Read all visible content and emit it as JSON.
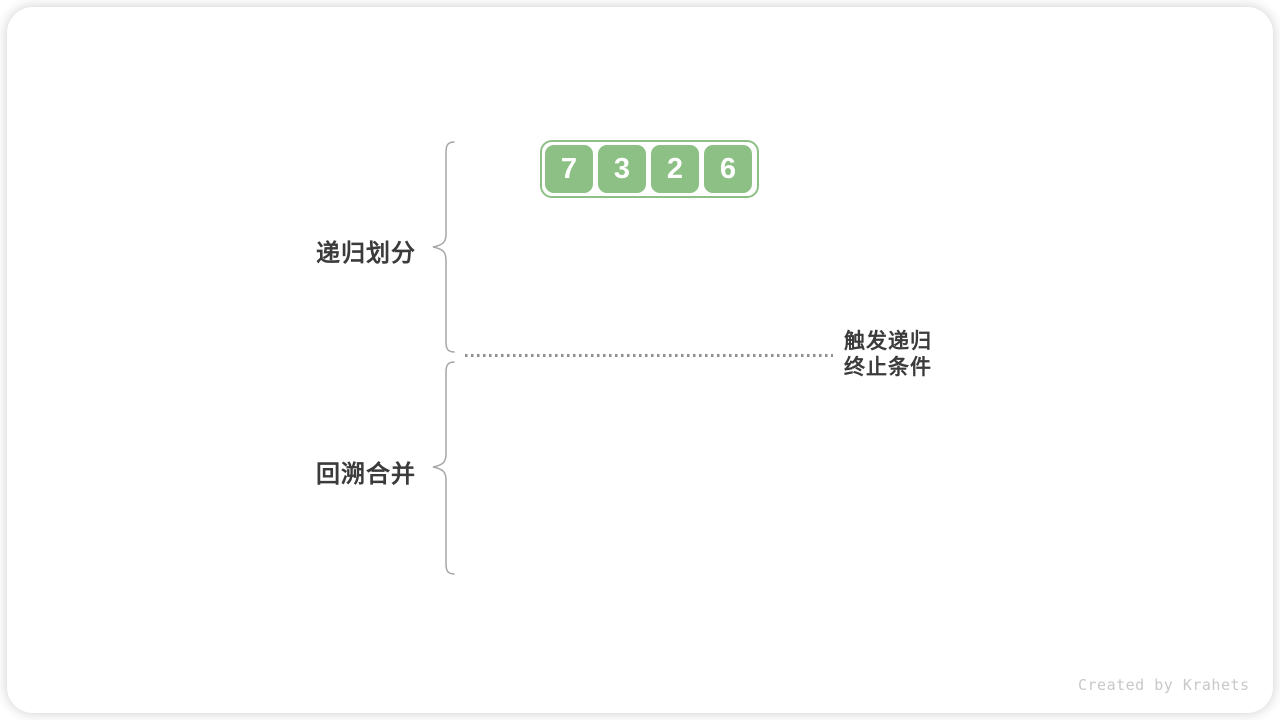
{
  "array": {
    "values": [
      "7",
      "3",
      "2",
      "6"
    ]
  },
  "labels": {
    "phase_top": "递归划分",
    "phase_bottom": "回溯合并",
    "termination_line1": "触发递归",
    "termination_line2": "终止条件"
  },
  "watermark": "Created by Krahets",
  "colors": {
    "node_green": "#8CC084",
    "node_text": "#FFFFFF",
    "label_text": "#3B3B3B",
    "brace": "#A6A6A6",
    "dotted_line": "#8F8F8F",
    "watermark": "#C8C8C8",
    "card_background": "#FFFFFF"
  }
}
